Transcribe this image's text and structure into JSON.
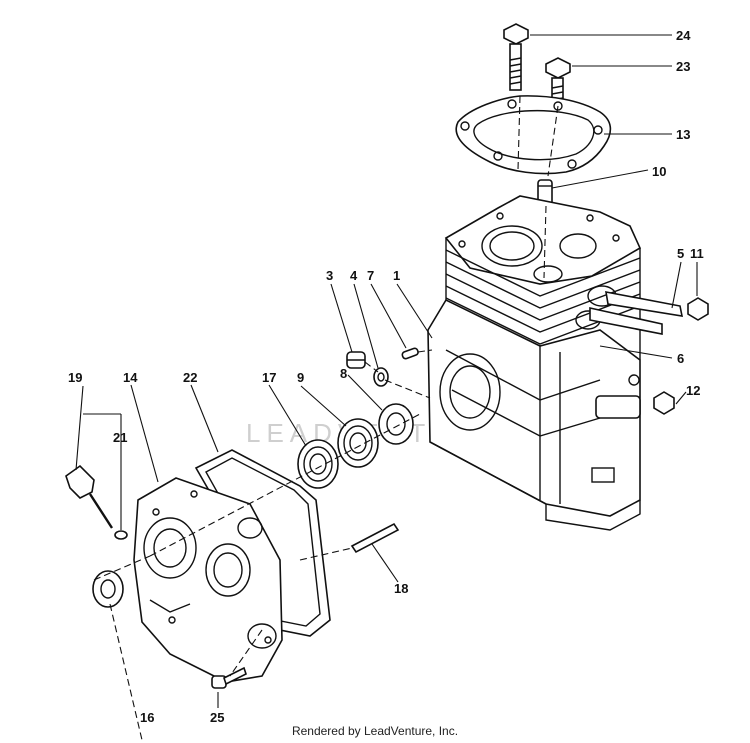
{
  "diagram": {
    "callouts": {
      "c1": "1",
      "c3": "3",
      "c4": "4",
      "c5": "5",
      "c6": "6",
      "c7": "7",
      "c8": "8",
      "c9": "9",
      "c10": "10",
      "c11": "11",
      "c12": "12",
      "c13": "13",
      "c14": "14",
      "c16": "16",
      "c17": "17",
      "c18": "18",
      "c19": "19",
      "c21": "21",
      "c22": "22",
      "c23": "23",
      "c24": "24",
      "c25": "25"
    },
    "watermark": "LEADVENTURE",
    "footer": "Rendered by LeadVenture, Inc."
  }
}
